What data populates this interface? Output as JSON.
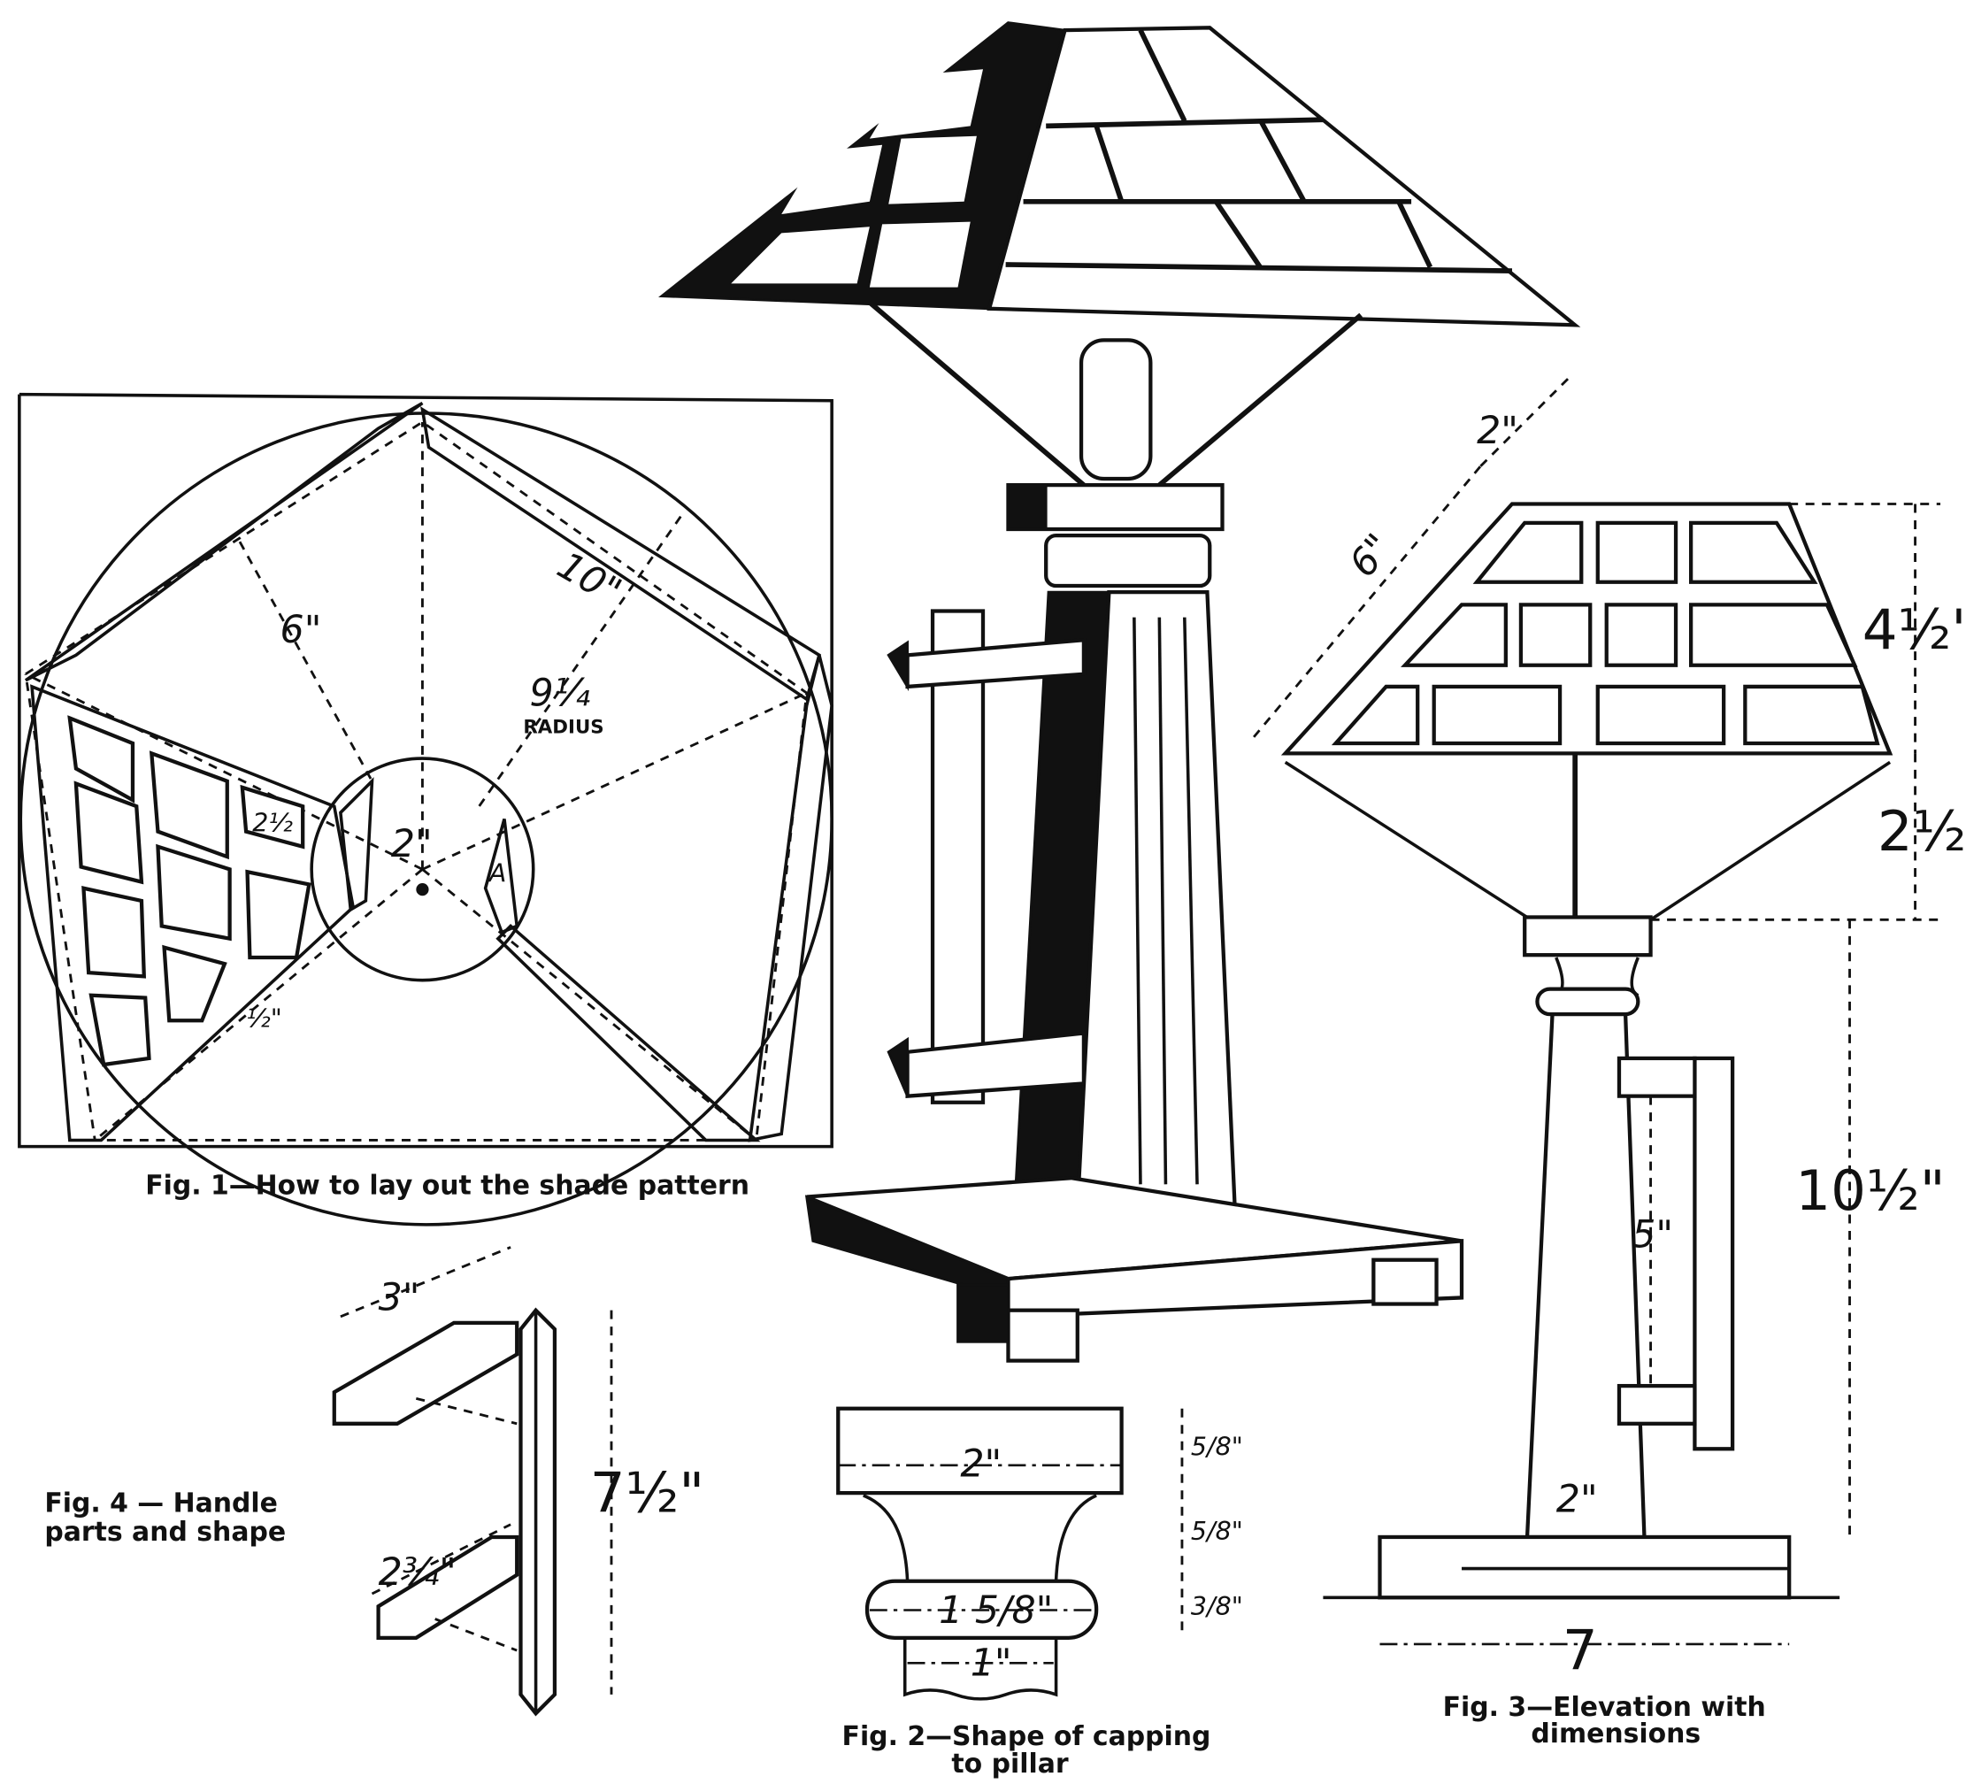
{
  "figures": {
    "fig1": {
      "caption": "Fig. 1—How to lay out the shade pattern",
      "dims": {
        "d10": "10\"",
        "d6": "6\"",
        "radius_value": "9¼",
        "radius_word": "RADIUS",
        "d2": "2\"",
        "d2half": "2½",
        "dhalf": "½\"",
        "label_a": "A"
      }
    },
    "fig2": {
      "caption_line1": "Fig. 2—Shape of capping",
      "caption_line2": "to pillar",
      "dims": {
        "width_top": "2\"",
        "h1": "5/8\"",
        "h2": "5/8\"",
        "h3": "3/8\"",
        "bead": "1 5/8\"",
        "stem": "1\""
      }
    },
    "fig3": {
      "caption_line1": "Fig. 3—Elevation with",
      "caption_line2": "dimensions",
      "dims": {
        "top": "2\"",
        "slope": "6\"",
        "shade_h": "4½\"",
        "lower_h": "2½\"",
        "pillar_h": "10½\"",
        "handle_gap": "5\"",
        "pillar_w": "2\"",
        "base_w": "7"
      }
    },
    "fig4": {
      "caption_line1": "Fig. 4 — Handle",
      "caption_line2": "parts and shape",
      "dims": {
        "upper": "3\"",
        "lower": "2¾\"",
        "length": "7½\""
      }
    }
  },
  "colors": {
    "ink": "#111111",
    "paper": "#ffffff"
  }
}
